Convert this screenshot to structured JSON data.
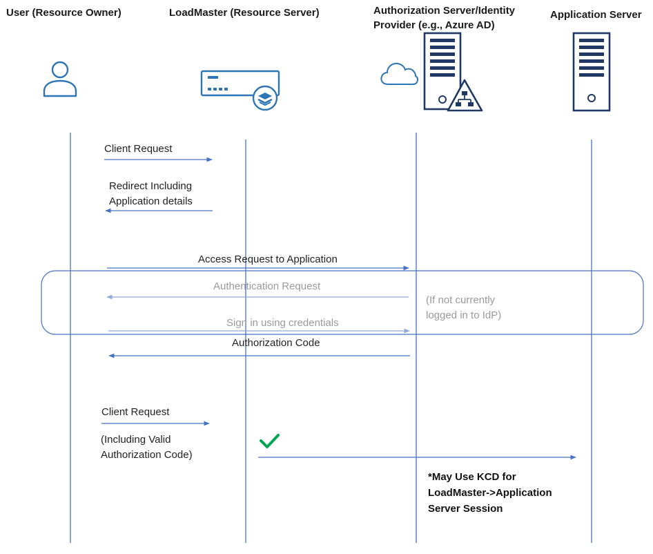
{
  "participants": [
    {
      "id": "user",
      "name": "User (Resource Owner)",
      "icon": "user-icon"
    },
    {
      "id": "loadmaster",
      "name": "LoadMaster (Resource Server)",
      "icon": "loadmaster-appliance-icon"
    },
    {
      "id": "idp",
      "name_line1": "Authorization Server/Identity",
      "name_line2": "Provider (e.g., Azure AD)",
      "icon": "server-with-network-icon"
    },
    {
      "id": "app",
      "name": "Application Server",
      "icon": "server-icon"
    }
  ],
  "messages": {
    "client_request_1": "Client Request",
    "redirect_line1": "Redirect Including",
    "redirect_line2": "Application details",
    "access_request": "Access Request to Application",
    "auth_request": "Authentication Request",
    "sign_in": "Sign in using credentials",
    "if_not_line1": "(If not currently",
    "if_not_line2": "logged in to IdP)",
    "auth_code": "Authorization Code",
    "client_request_2": "Client Request",
    "including_line1": "(Including Valid",
    "including_line2": "Authorization Code)"
  },
  "note": {
    "line1": "*May Use KCD for",
    "line2": "LoadMaster->Application",
    "line3": "Server Session"
  },
  "colors": {
    "lifeline": "#4472c4",
    "arrow": "#4472c4",
    "arrow_faded": "#8faadc",
    "icon": "#2e75b6",
    "icon_navy": "#1f3864",
    "check": "#00a651",
    "box": "#4472c4"
  }
}
